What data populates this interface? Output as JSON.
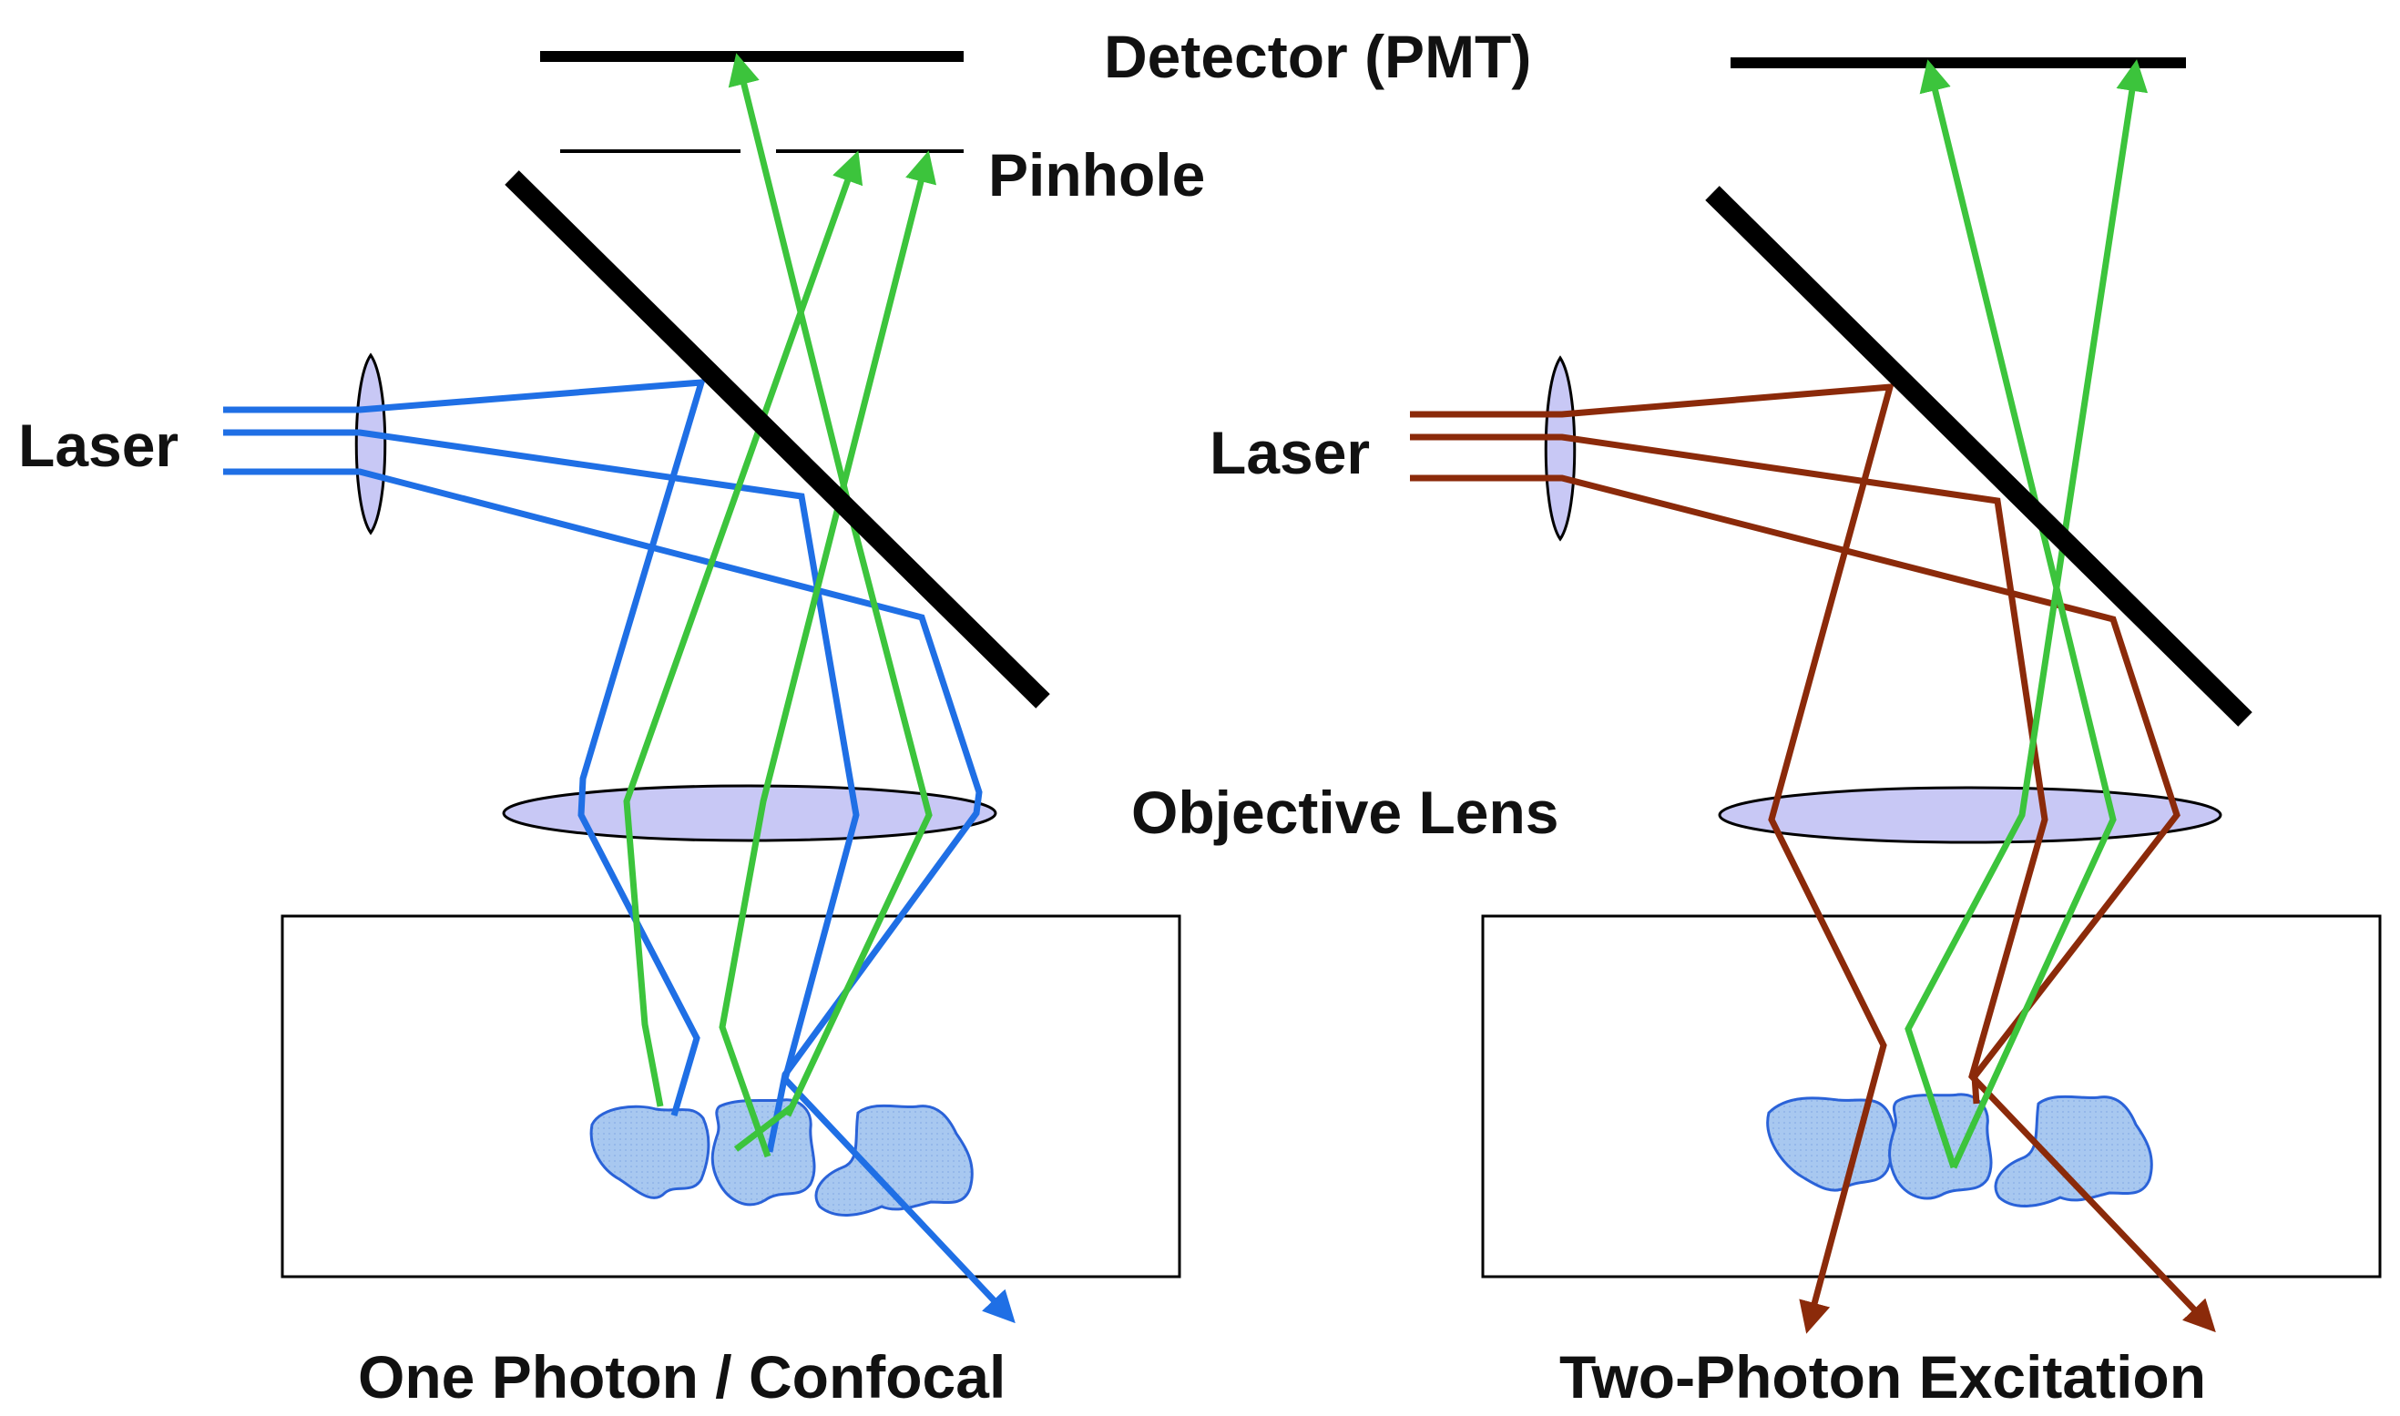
{
  "labels": {
    "detector": "Detector (PMT)",
    "pinhole": "Pinhole",
    "laser_left": "Laser",
    "laser_right": "Laser",
    "objective": "Objective Lens",
    "caption_left": "One Photon / Confocal",
    "caption_right": "Two-Photon Excitation"
  },
  "colors": {
    "excitation_one_photon": "#1f6fe5",
    "excitation_two_photon": "#8b2a0a",
    "emission": "#3cc43c",
    "lens_fill": "#c8c8f5",
    "cell_fill": "#a8c8f0",
    "cell_stroke": "#2a62d8",
    "mirror": "#000000"
  }
}
